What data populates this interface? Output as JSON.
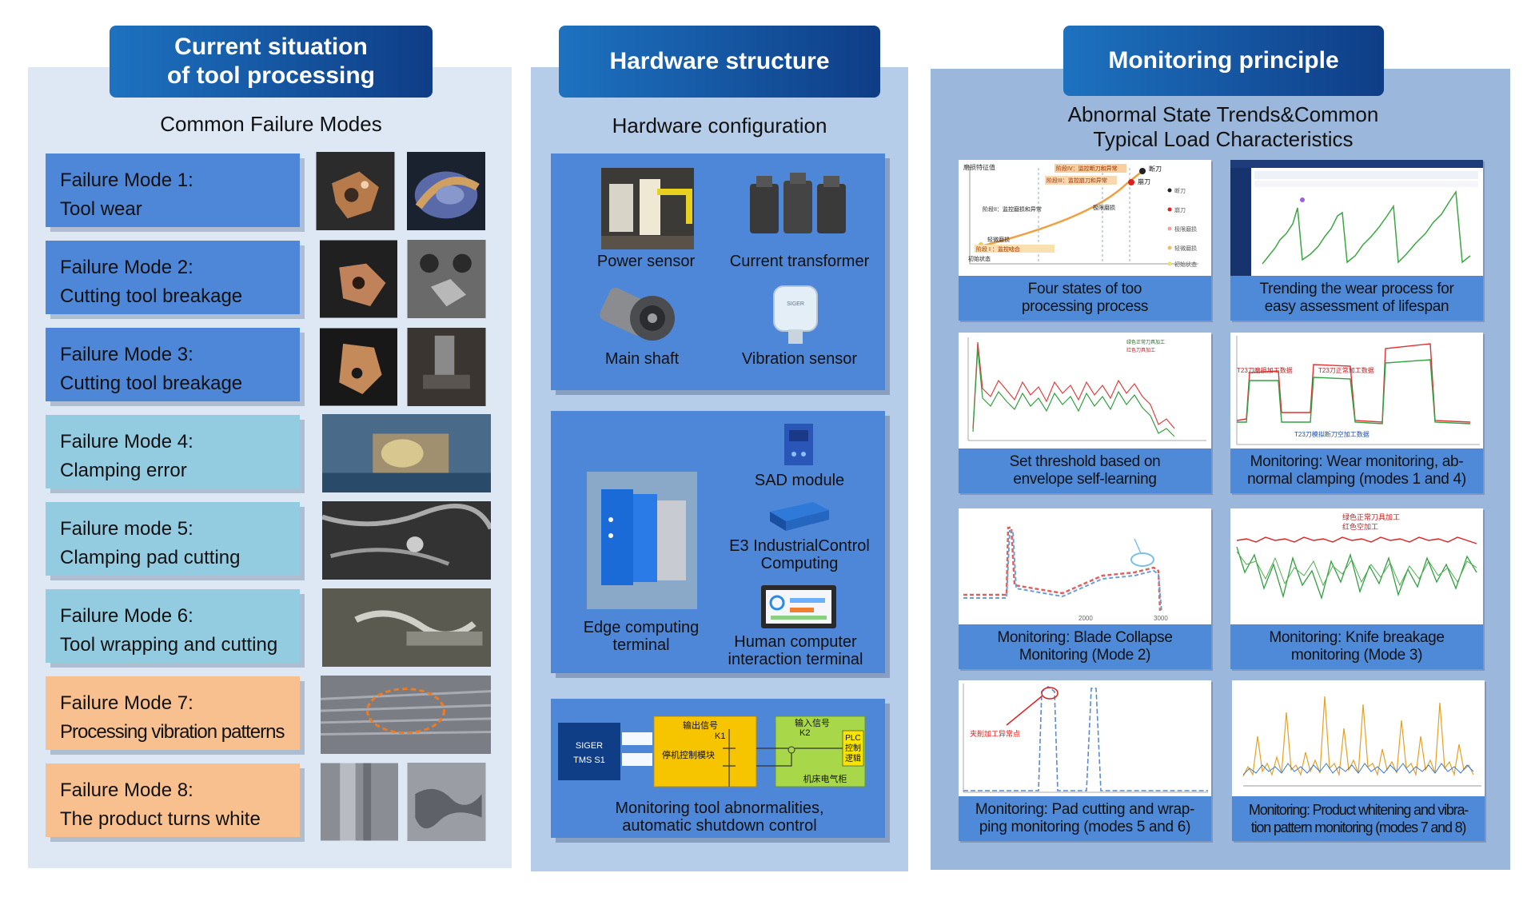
{
  "colors": {
    "title_gradient_start": "#1d72c0",
    "title_gradient_end": "#0f3d86",
    "failure_blue": "#4e86d8",
    "failure_teal": "#93cce0",
    "failure_orange": "#f8c08e",
    "panel1_bg": "#dde8f4",
    "panel2_bg": "#b6cde9",
    "panel3_bg": "#9cb7dc"
  },
  "panel1": {
    "title": "Current situation\nof tool processing",
    "subtitle": "Common Failure Modes",
    "failure_modes": [
      {
        "line1": "Failure Mode 1:",
        "line2": "Tool wear",
        "color": "blue"
      },
      {
        "line1": "Failure Mode 2:",
        "line2": "Cutting tool breakage",
        "color": "blue"
      },
      {
        "line1": "Failure Mode 3:",
        "line2": "Cutting tool breakage",
        "color": "blue"
      },
      {
        "line1": "Failure Mode 4:",
        "line2": "Clamping error",
        "color": "teal"
      },
      {
        "line1": "Failure mode 5:",
        "line2": "Clamping pad cutting",
        "color": "teal"
      },
      {
        "line1": "Failure Mode 6:",
        "line2": "Tool wrapping and cutting",
        "color": "teal"
      },
      {
        "line1": "Failure Mode 7:",
        "line2": "Processing vibration patterns",
        "color": "orange"
      },
      {
        "line1": "Failure Mode 8:",
        "line2": "The product turns white",
        "color": "orange"
      }
    ]
  },
  "panel2": {
    "title": "Hardware structure",
    "subtitle": "Hardware configuration",
    "box1": {
      "power_sensor": "Power sensor",
      "current_transformer": "Current transformer",
      "main_shaft": "Main shaft",
      "vibration_sensor": "Vibration sensor"
    },
    "box2": {
      "sad_module": "SAD module",
      "e3": "E3 IndustrialControl\nComputing",
      "edge": "Edge computing\nterminal",
      "hci": "Human computer\ninteraction terminal"
    },
    "box3": {
      "siger_line1": "SIGER",
      "siger_line2": "TMS S1",
      "output_signal": "输出信号",
      "k1": "K1",
      "stop_module": "停机控制模块",
      "input_signal": "输入信号",
      "k2": "K2",
      "plc1": "PLC",
      "plc2": "控制",
      "plc3": "逻辑",
      "cabinet": "机床电气柜",
      "caption": "Monitoring tool abnormalities,\nautomatic shutdown control"
    }
  },
  "panel3": {
    "title": "Monitoring principle",
    "subtitle": "Abnormal State Trends&Common\nTypical Load Characteristics",
    "cards": [
      {
        "caption": "Four states of too\nprocessing process"
      },
      {
        "caption": "Trending the wear process for\neasy assessment of lifespan"
      },
      {
        "caption": "Set threshold based on\nenvelope self-learning"
      },
      {
        "caption": "Monitoring: Wear monitoring, ab-\nnormal clamping (modes 1 and 4)"
      },
      {
        "caption": "Monitoring: Blade Collapse\nMonitoring (Mode 2)"
      },
      {
        "caption": "Monitoring: Knife breakage\nmonitoring (Mode 3)"
      },
      {
        "caption": "Monitoring: Pad cutting and wrap-\nping monitoring (modes 5 and 6)"
      },
      {
        "caption": "Monitoring: Product whitening and vibra-\ntion pattern monitoring (modes 7 and 8)"
      }
    ],
    "chart1": {
      "ylabel": "磨损特征值",
      "stage4": "阶段IV：监控断刀和异常",
      "stage3": "阶段III：监控崩刀和异常",
      "stage2": "阶段II：监控磨损和异常",
      "stage1": "阶段 I ：监控啮合",
      "light_wear": "轻微磨损",
      "initial": "初始状态",
      "limit_wear": "极限磨损",
      "break": "断刀",
      "chip": "崩刀",
      "legend": [
        "断刀",
        "崩刀",
        "极限磨损",
        "轻微磨损",
        "初始状态"
      ]
    },
    "chart3": {
      "legend1": "绿色正常刀具加工",
      "legend2": "红色刀具加工"
    },
    "chart4": {
      "label1": "T23刀磨损加工数据",
      "label2": "T23刀正常加工数据",
      "label3": "T23刀模拟断刀空加工数据"
    },
    "chart5": {
      "tick1": "2000",
      "tick2": "3000"
    },
    "chart6": {
      "legend1": "绿色正常刀具加工",
      "legend2": "红色空加工"
    },
    "chart7": {
      "annotation": "夹削加工异常点"
    }
  }
}
